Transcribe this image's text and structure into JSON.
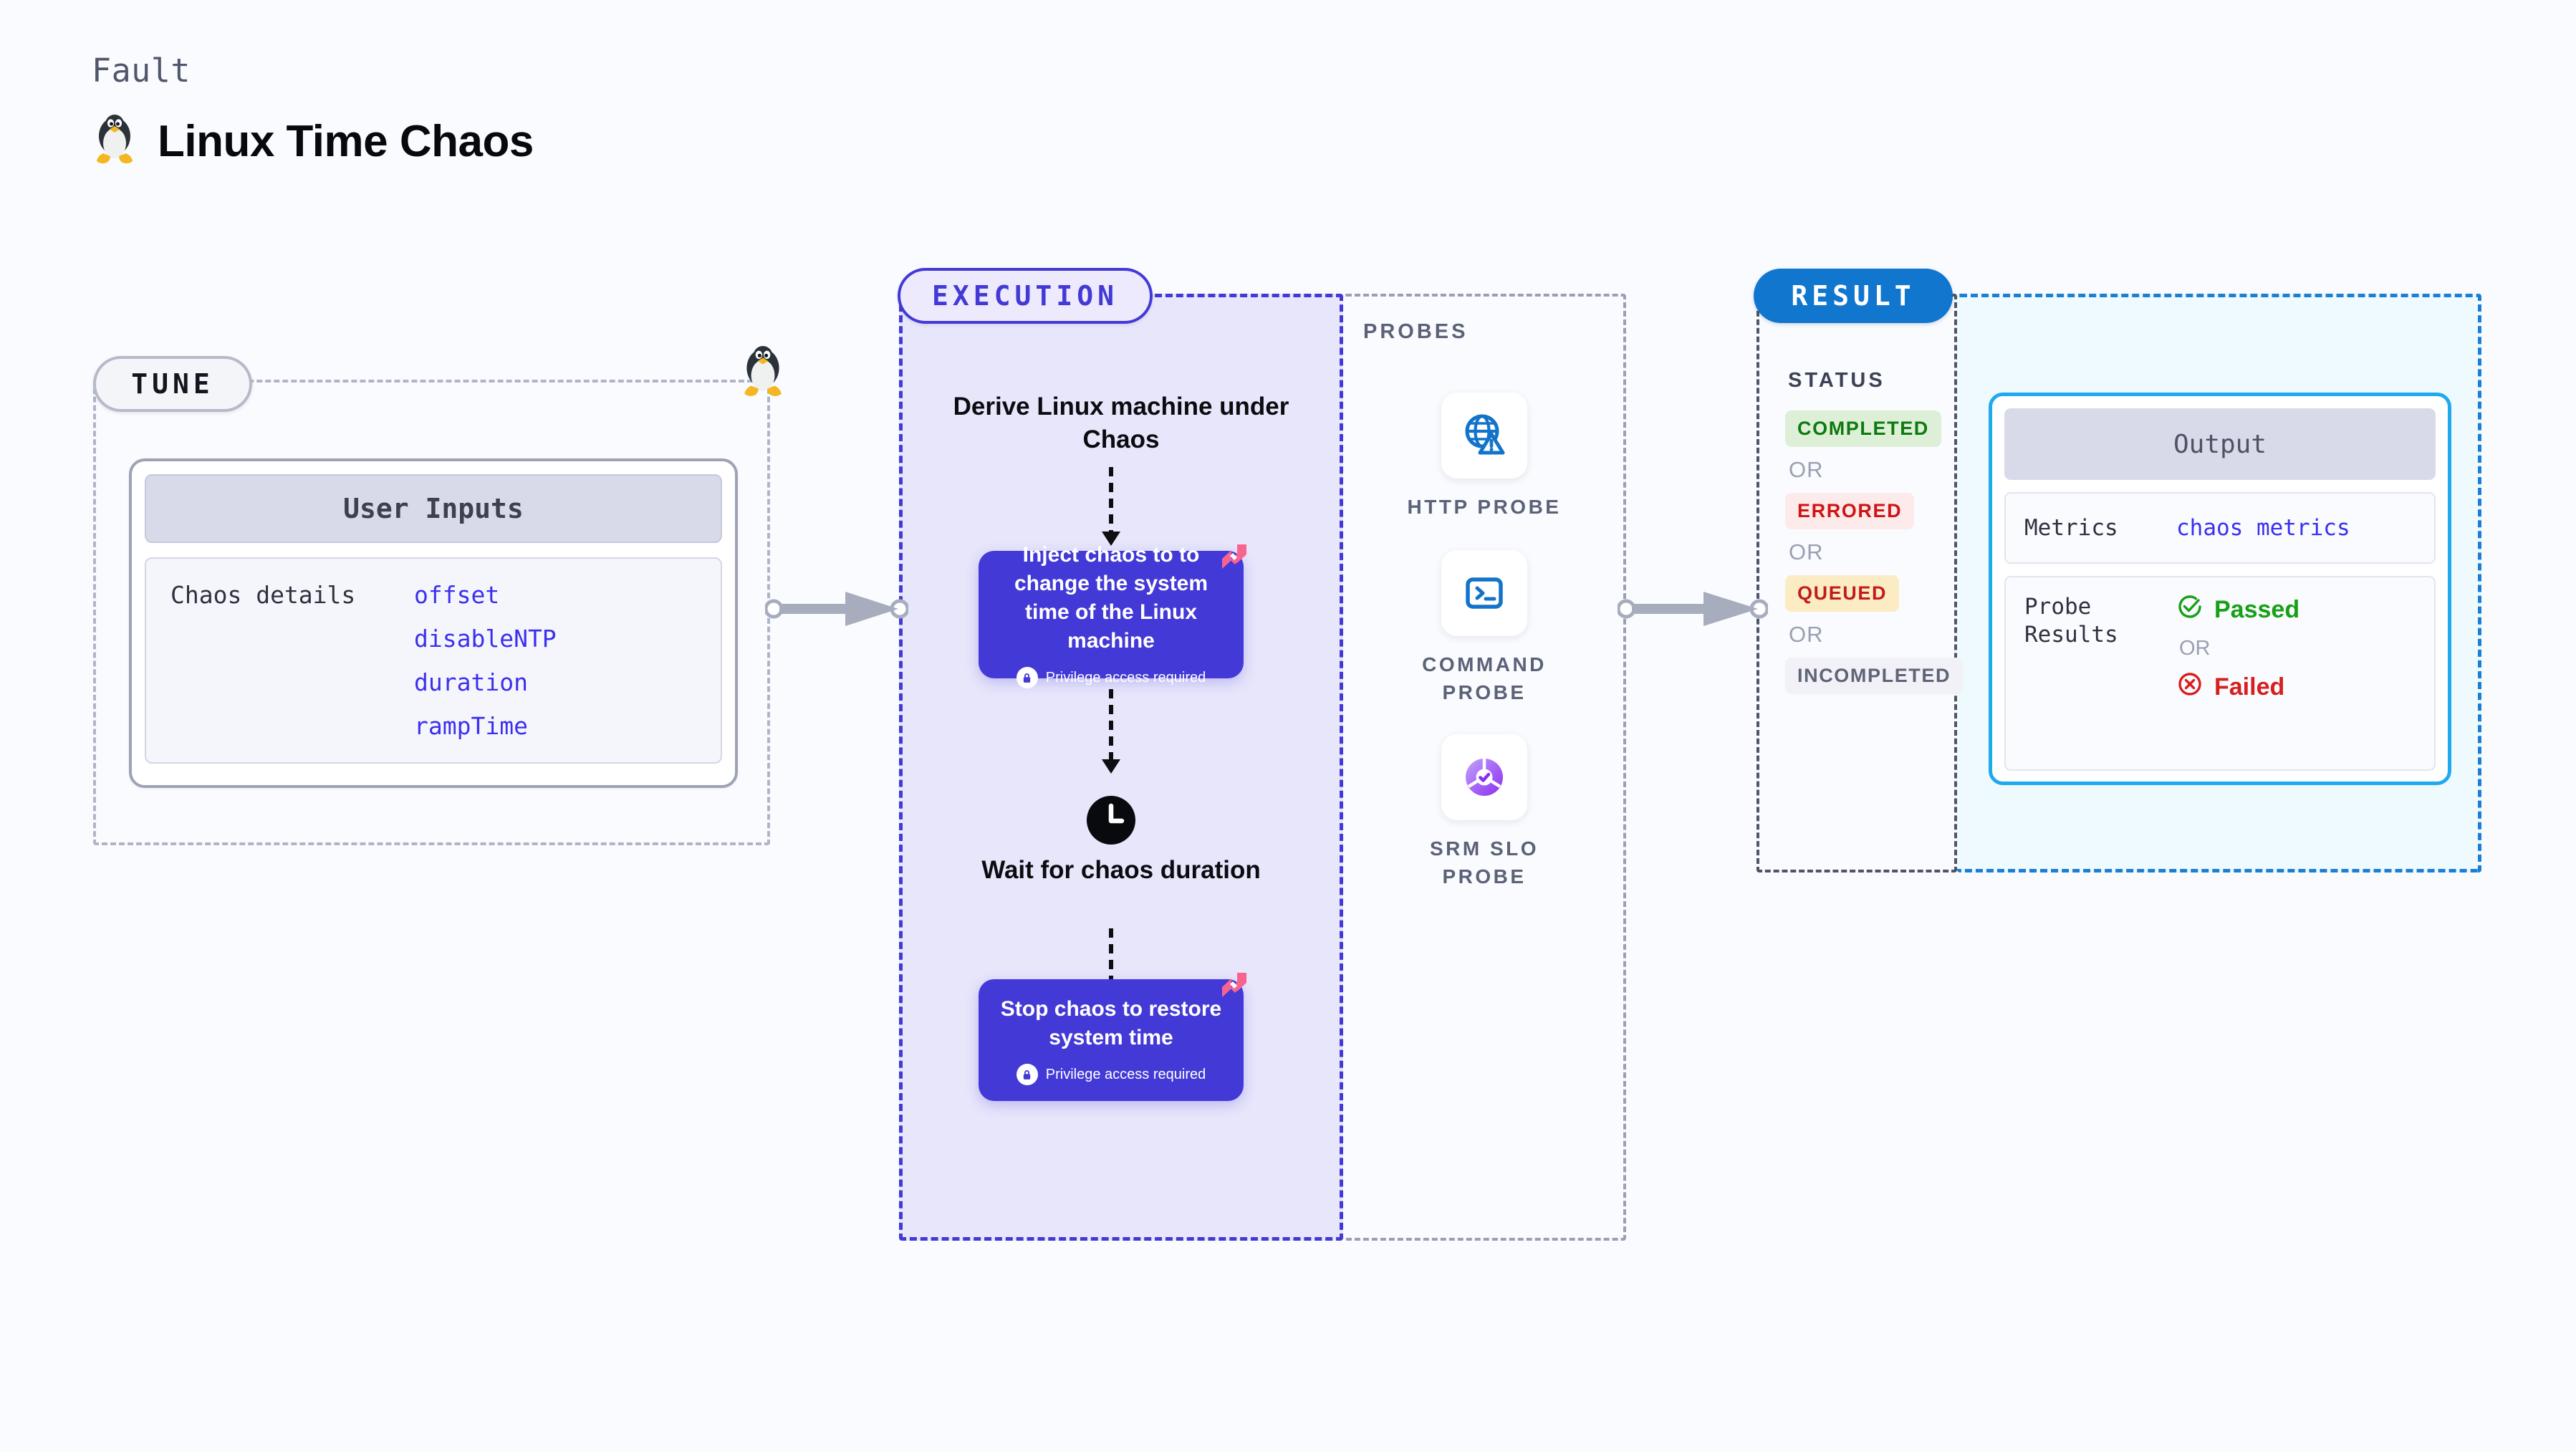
{
  "header": {
    "eyebrow": "Fault",
    "title": "Linux Time Chaos",
    "logo_icon": "tux-penguin-icon"
  },
  "tune": {
    "pill_label": "TUNE",
    "card_title": "User Inputs",
    "details_label": "Chaos details",
    "params": [
      "offset",
      "disableNTP",
      "duration",
      "rampTime"
    ],
    "marker_icon": "tux-penguin-icon"
  },
  "execution": {
    "pill_label": "EXECUTION",
    "step1_heading": "Derive Linux machine under Chaos",
    "inject_card": {
      "text": "Inject chaos to to change the system time of the Linux machine",
      "privilege_note": "Privilege access required",
      "lock_icon": "lock-icon",
      "badge_icon": "harness-logo-icon"
    },
    "wait_label": "Wait for chaos duration",
    "wait_icon": "clock-icon",
    "stop_card": {
      "text": "Stop chaos to restore system time",
      "privilege_note": "Privilege access required",
      "lock_icon": "lock-icon",
      "badge_icon": "harness-logo-icon"
    }
  },
  "probes": {
    "title": "PROBES",
    "items": [
      {
        "label": "HTTP PROBE",
        "icon": "globe-warning-icon"
      },
      {
        "label": "COMMAND PROBE",
        "icon": "terminal-icon"
      },
      {
        "label": "SRM SLO PROBE",
        "icon": "slo-donut-check-icon"
      }
    ]
  },
  "result": {
    "pill_label": "RESULT",
    "status_title": "STATUS",
    "or_label": "OR",
    "statuses": [
      {
        "label": "COMPLETED",
        "style": "sb-completed"
      },
      {
        "label": "ERRORED",
        "style": "sb-errored"
      },
      {
        "label": "QUEUED",
        "style": "sb-queued"
      },
      {
        "label": "INCOMPLETED",
        "style": "sb-incomplete"
      }
    ],
    "output": {
      "title": "Output",
      "metrics_key": "Metrics",
      "metrics_value": "chaos metrics",
      "probe_key": "Probe Results",
      "passed_label": "Passed",
      "failed_label": "Failed",
      "or_label": "OR",
      "passed_icon": "check-circle-icon",
      "failed_icon": "x-circle-icon"
    }
  },
  "colors": {
    "page_bg": "#f9fbfe",
    "accent_indigo": "#4339d6",
    "accent_blue": "#1176ce",
    "accent_cyan": "#1fa9ef",
    "param_blue": "#3b2ff0",
    "pink_badge": "#f9648f",
    "pass_green": "#17a017",
    "fail_red": "#d61f1f"
  }
}
